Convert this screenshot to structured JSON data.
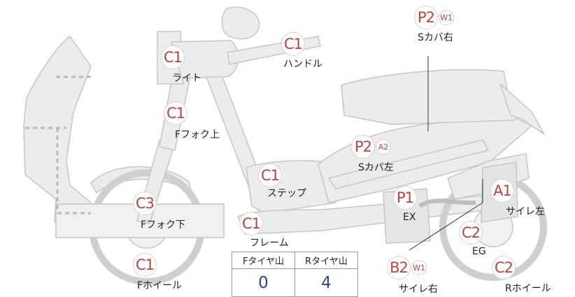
{
  "parts": [
    {
      "id": "light",
      "code": "C1",
      "sub": "",
      "label": "ライト"
    },
    {
      "id": "handle",
      "code": "C1",
      "sub": "",
      "label": "ハンドル"
    },
    {
      "id": "fork-upper",
      "code": "C1",
      "sub": "",
      "label": "Fフォク上"
    },
    {
      "id": "fork-lower",
      "code": "C3",
      "sub": "",
      "label": "Fフォク下"
    },
    {
      "id": "front-wheel",
      "code": "C1",
      "sub": "",
      "label": "Fホイール"
    },
    {
      "id": "step",
      "code": "C1",
      "sub": "",
      "label": "ステップ"
    },
    {
      "id": "frame",
      "code": "C1",
      "sub": "",
      "label": "フレーム"
    },
    {
      "id": "cover-right",
      "code": "P2",
      "sub": "W1",
      "label": "Sカバ右"
    },
    {
      "id": "cover-left",
      "code": "P2",
      "sub": "A2",
      "label": "Sカバ左"
    },
    {
      "id": "exhaust",
      "code": "P1",
      "sub": "",
      "label": "EX"
    },
    {
      "id": "muffler-left",
      "code": "A1",
      "sub": "",
      "label": "サイレ左"
    },
    {
      "id": "engine",
      "code": "C2",
      "sub": "",
      "label": "EG"
    },
    {
      "id": "muffler-right",
      "code": "B2",
      "sub": "W1",
      "label": "サイレ右"
    },
    {
      "id": "rear-wheel",
      "code": "C2",
      "sub": "",
      "label": "Rホイール"
    }
  ],
  "tread": {
    "front_header": "Fタイヤ山",
    "rear_header": "Rタイヤ山",
    "front_value": "0",
    "rear_value": "4"
  },
  "colors": {
    "code_text": "#b8463d",
    "tread_value": "#2d4a86",
    "bike_fill": "#ececec",
    "bike_stroke": "#c9c9c9"
  }
}
